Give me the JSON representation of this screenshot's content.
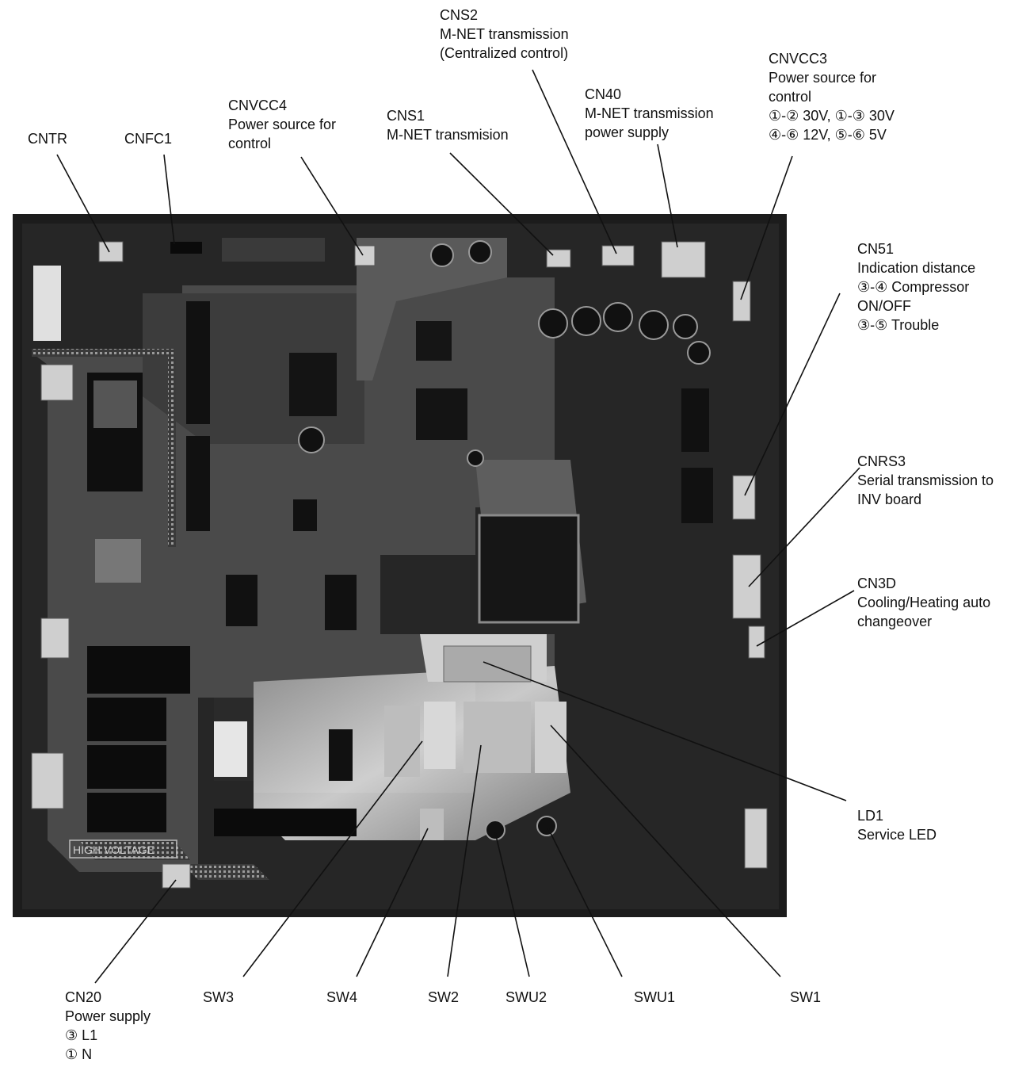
{
  "labels": {
    "cntr": [
      "CNTR"
    ],
    "cnfc1": [
      "CNFC1"
    ],
    "cnvcc4": [
      "CNVCC4",
      "Power source for",
      "control"
    ],
    "cns1": [
      "CNS1",
      "M-NET transmision"
    ],
    "cns2": [
      "CNS2",
      "M-NET transmission",
      "(Centralized control)"
    ],
    "cn40": [
      "CN40",
      "M-NET transmission",
      "power supply"
    ],
    "cnvcc3": [
      "CNVCC3",
      "Power source for",
      "control",
      "①-② 30V, ①-③ 30V",
      "④-⑥ 12V, ⑤-⑥ 5V"
    ],
    "cn51": [
      "CN51",
      "Indication distance",
      "③-④ Compressor",
      "ON/OFF",
      "③-⑤ Trouble"
    ],
    "cnrs3": [
      "CNRS3",
      "Serial transmission to",
      "INV board"
    ],
    "cn3d": [
      "CN3D",
      "Cooling/Heating auto",
      "changeover"
    ],
    "ld1": [
      "LD1",
      "Service LED"
    ],
    "cn20": [
      "CN20",
      "Power supply",
      "③ L1",
      "① N"
    ],
    "sw3": [
      "SW3"
    ],
    "sw4": [
      "SW4"
    ],
    "sw2": [
      "SW2"
    ],
    "swu2": [
      "SWU2"
    ],
    "swu1": [
      "SWU1"
    ],
    "sw1": [
      "SW1"
    ]
  },
  "board": {
    "silkscreen_text": "HIGH VOLTAGE",
    "colors": {
      "pcb_dark": "#1e1e1e",
      "pcb_mid": "#4a4a4a",
      "trace": "#8a8a8a",
      "highlight": "#d8d8d8",
      "line": "#111111"
    }
  }
}
